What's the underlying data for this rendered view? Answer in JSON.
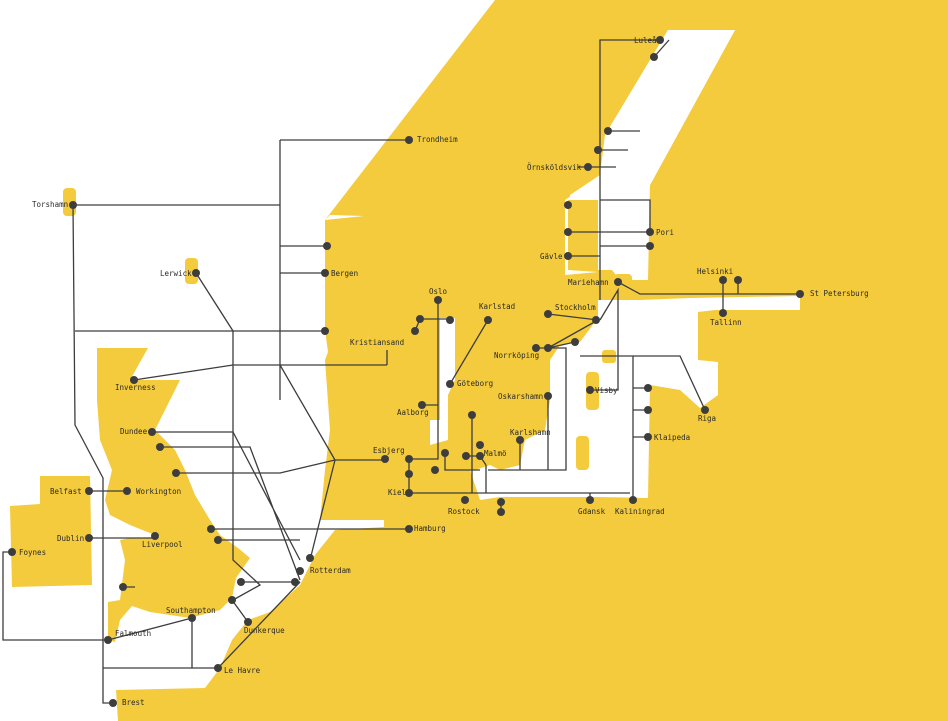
{
  "colors": {
    "land": "#f4cb3c",
    "sea": "#ffffff",
    "route": "#3d3d3d"
  },
  "ports": [
    {
      "name": "Luleå"
    },
    {
      "name": "Örnsköldsvik"
    },
    {
      "name": "Gävle"
    },
    {
      "name": "Pori"
    },
    {
      "name": "Mariehamn"
    },
    {
      "name": "Helsinki"
    },
    {
      "name": "St Petersburg"
    },
    {
      "name": "Tallinn"
    },
    {
      "name": "Riga"
    },
    {
      "name": "Klaipeda"
    },
    {
      "name": "Kaliningrad"
    },
    {
      "name": "Gdansk"
    },
    {
      "name": "Visby"
    },
    {
      "name": "Oskarshamn"
    },
    {
      "name": "Karlshamn"
    },
    {
      "name": "Norrköping"
    },
    {
      "name": "Stockholm"
    },
    {
      "name": "Karlstad"
    },
    {
      "name": "Oslo"
    },
    {
      "name": "Göteborg"
    },
    {
      "name": "Aalborg"
    },
    {
      "name": "Malmö"
    },
    {
      "name": "Rostock"
    },
    {
      "name": "Kiel"
    },
    {
      "name": "Esbjerg"
    },
    {
      "name": "Hamburg"
    },
    {
      "name": "Rotterdam"
    },
    {
      "name": "Kristiansand"
    },
    {
      "name": "Bergen"
    },
    {
      "name": "Trondheim"
    },
    {
      "name": "Torshamn"
    },
    {
      "name": "Lerwick"
    },
    {
      "name": "Inverness"
    },
    {
      "name": "Dundee"
    },
    {
      "name": "Workington"
    },
    {
      "name": "Belfast"
    },
    {
      "name": "Dublin"
    },
    {
      "name": "Foynes"
    },
    {
      "name": "Liverpool"
    },
    {
      "name": "Southampton"
    },
    {
      "name": "Falmouth"
    },
    {
      "name": "Dunkerque"
    },
    {
      "name": "Le Havre"
    },
    {
      "name": "Brest"
    }
  ]
}
